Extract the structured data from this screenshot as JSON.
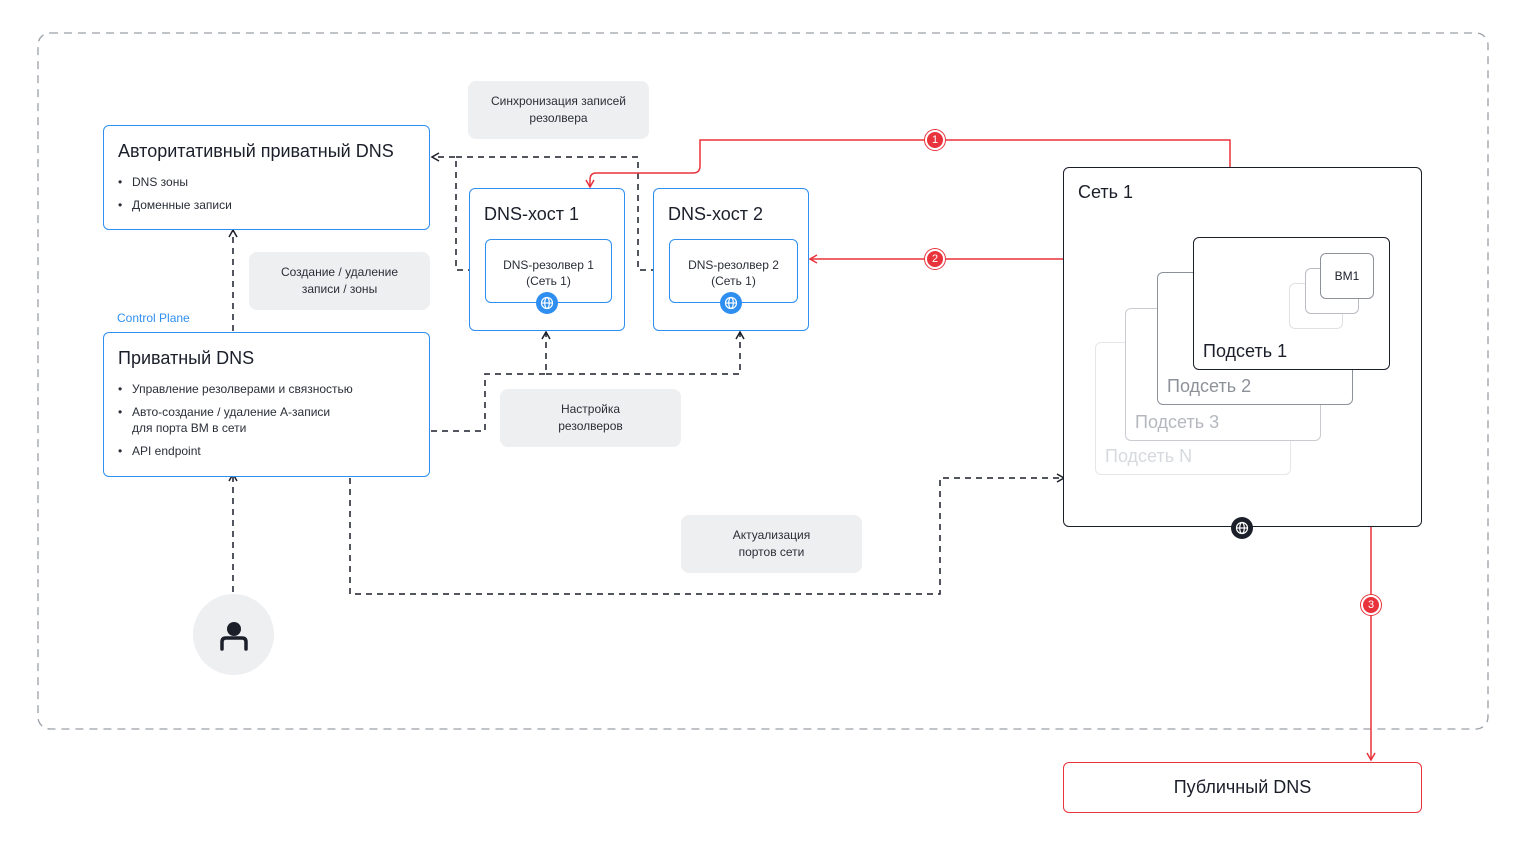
{
  "auth_dns": {
    "title": "Авторитативный приватный DNS",
    "items": [
      "DNS зоны",
      "Доменные записи"
    ]
  },
  "control_plane_label": "Control Plane",
  "private_dns": {
    "title": "Приватный DNS",
    "items": [
      "Управление резолверами и связностью",
      "Авто-создание / удаление А-записи\nдля порта ВМ в сети",
      "API endpoint"
    ]
  },
  "notes": {
    "sync": "Синхронизация записей\nрезолвера",
    "create_delete": "Создание / удаление\nзаписи / зоны",
    "configure": "Настройка\nрезолверов",
    "update_ports": "Актуализация\nпортов сети"
  },
  "hosts": [
    {
      "title": "DNS-хост 1",
      "resolver": "DNS-резолвер 1\n(Сеть 1)"
    },
    {
      "title": "DNS-хост 2",
      "resolver": "DNS-резолвер 2\n(Сеть 1)"
    }
  ],
  "network": {
    "title": "Сеть 1",
    "subnets": [
      "Подсеть 1",
      "Подсеть 2",
      "Подсеть 3",
      "Подсеть N"
    ],
    "vm": "ВМ1"
  },
  "public_dns": "Публичный DNS",
  "steps": [
    "1",
    "2",
    "3"
  ],
  "colors": {
    "accent_blue": "#2f8ff0",
    "accent_red": "#e8333c",
    "dark": "#1b1f2a",
    "note_bg": "#eeeff1"
  },
  "icons": [
    "globe-icon",
    "user-icon"
  ]
}
